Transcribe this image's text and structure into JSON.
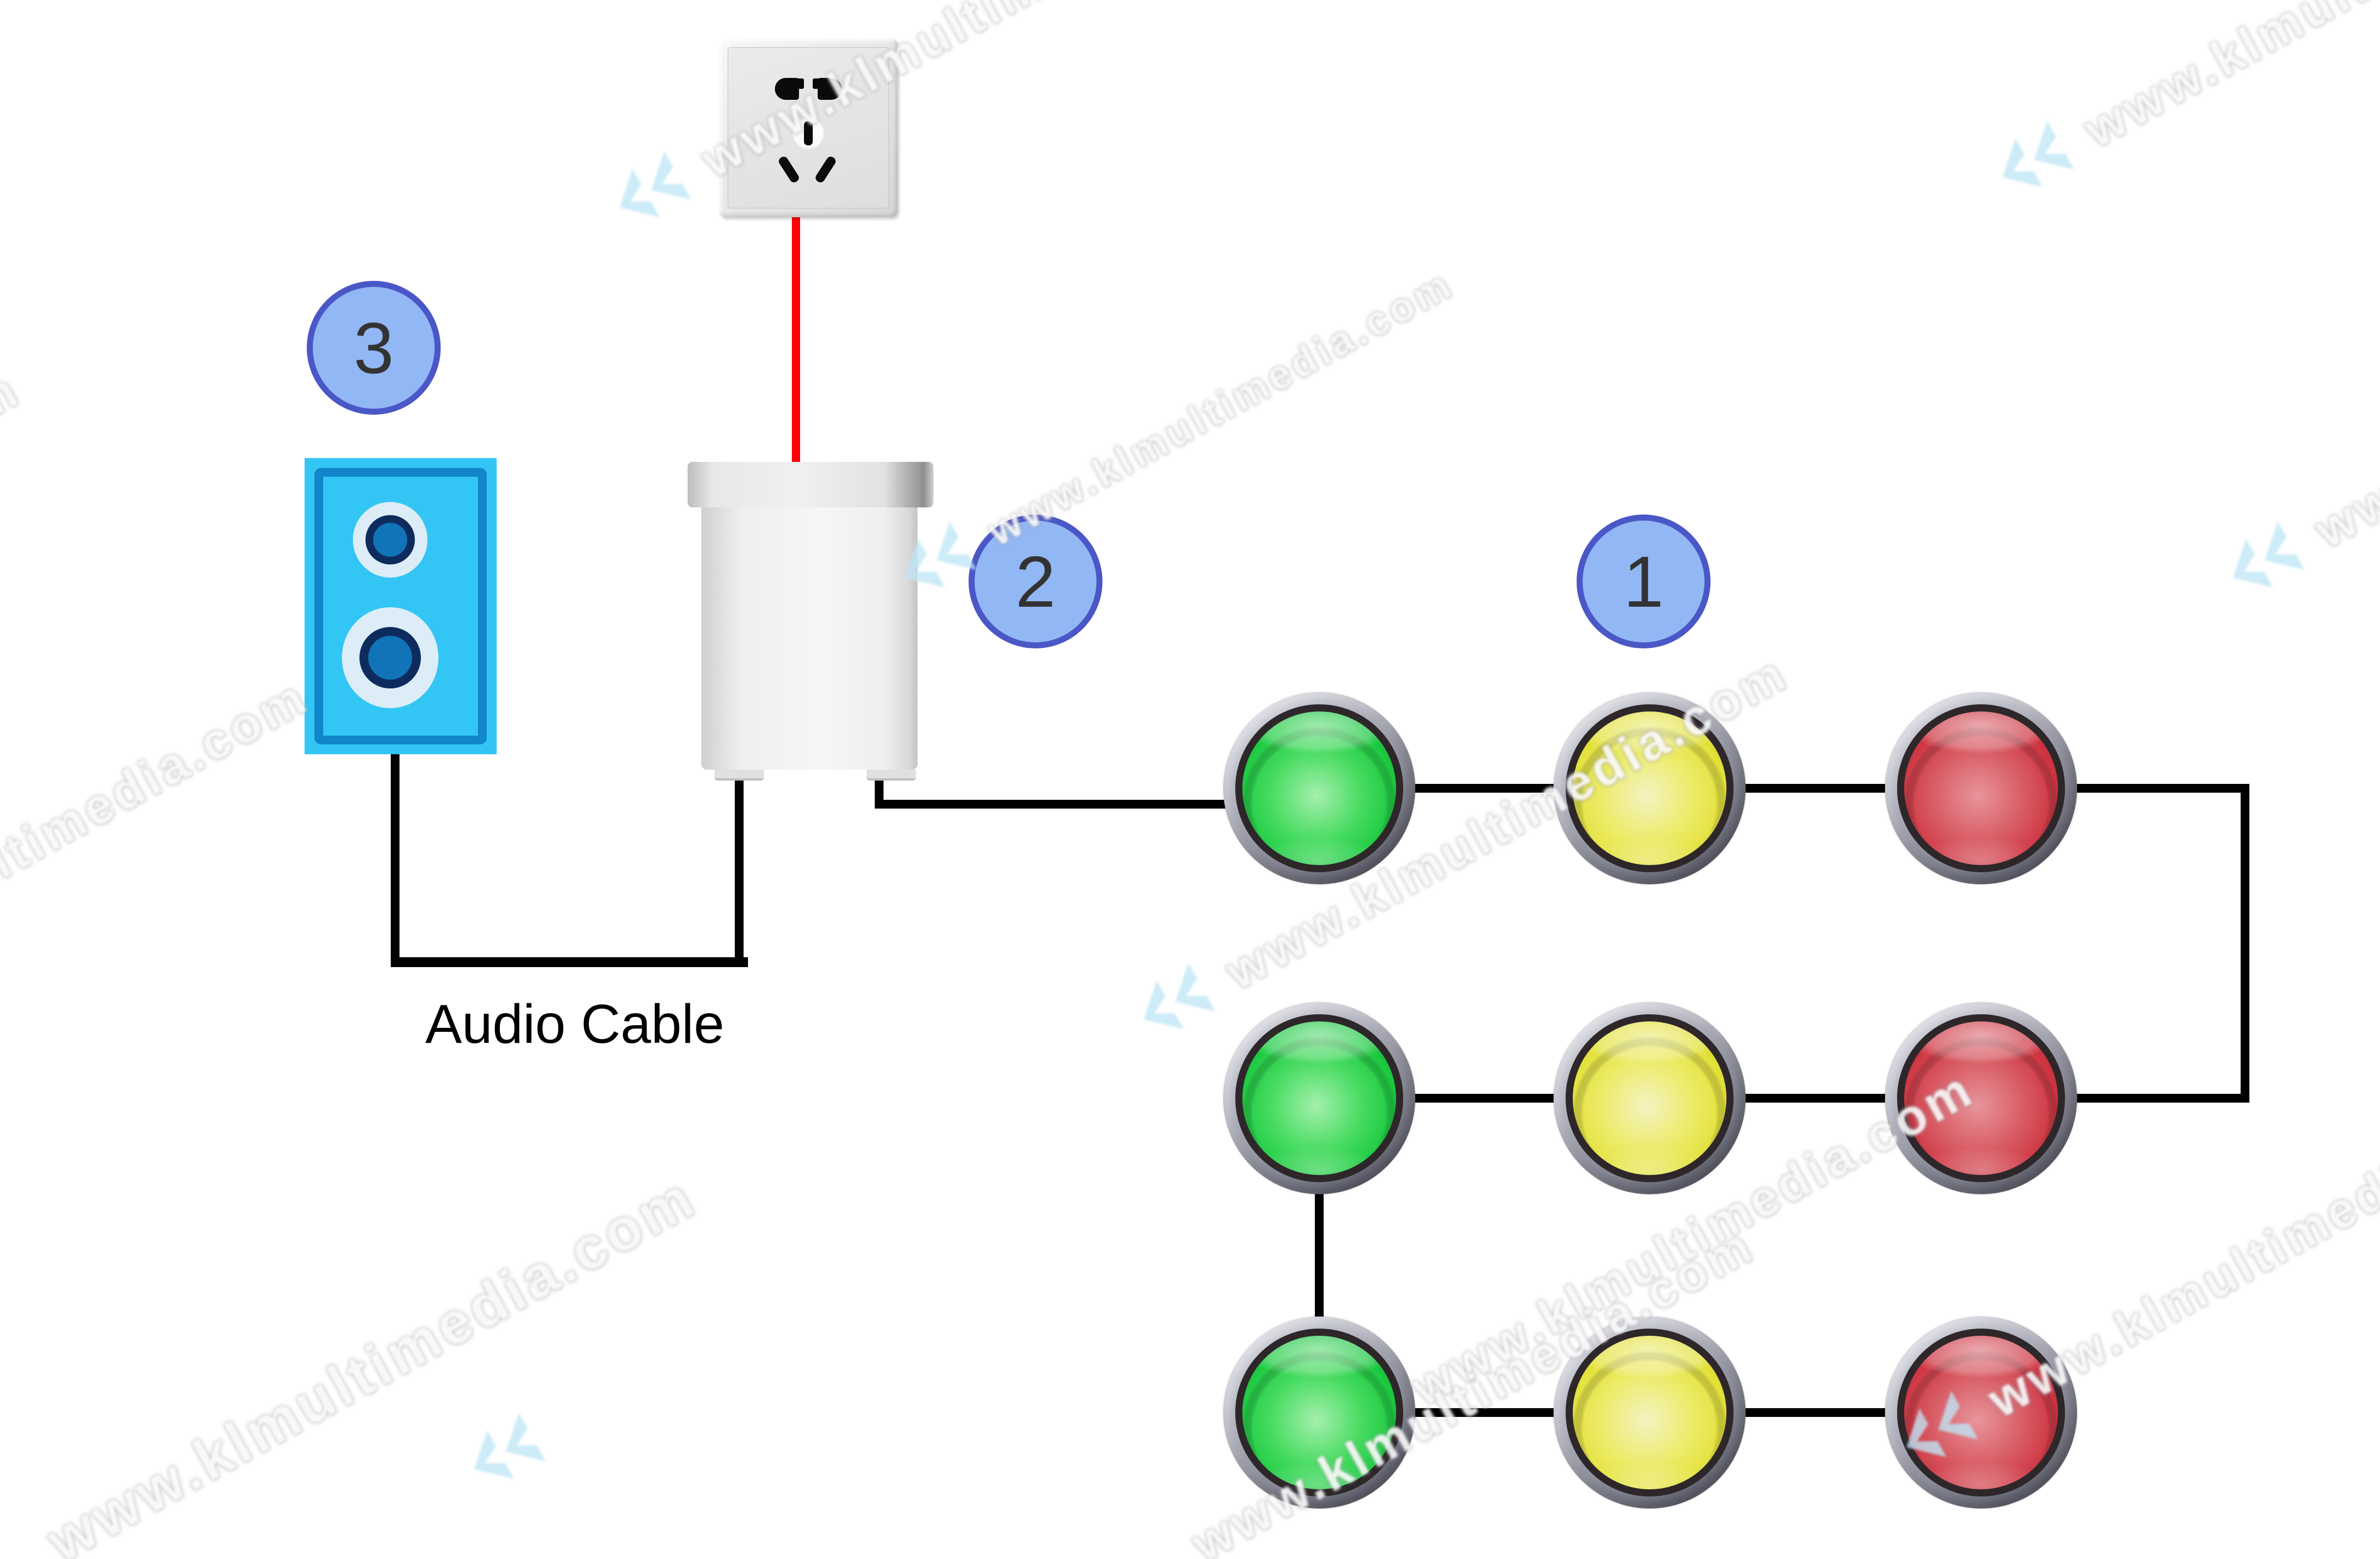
{
  "watermark": {
    "text": "www.klmultimedia.com",
    "logo_color": "#bfe7f6"
  },
  "labels": {
    "audio_cable": "Audio Cable"
  },
  "callouts": [
    {
      "label": "1",
      "points_to": "button-grid"
    },
    {
      "label": "2",
      "points_to": "power-adapter"
    },
    {
      "label": "3",
      "points_to": "speaker"
    }
  ],
  "colors": {
    "background": "#ffffff",
    "callout_fill": "#92b7f5",
    "callout_border": "#4a57c6",
    "wire": "#000000",
    "power_cable": "#fb0404",
    "speaker_body": "#33c6f5",
    "speaker_trim": "#1186ca",
    "button_green": "#1bc940",
    "button_yellow": "#e2e138",
    "button_red": "#cd3440",
    "button_bezel": "#9596a4"
  },
  "components": {
    "wall_socket": {
      "style": "five-hole outlet"
    },
    "power_adapter": {
      "pins": 2
    },
    "speaker": {
      "ports": 2
    },
    "button_grid": {
      "rows": [
        [
          "green",
          "yellow",
          "red"
        ],
        [
          "green",
          "yellow",
          "red"
        ],
        [
          "green",
          "yellow",
          "red"
        ]
      ]
    }
  }
}
